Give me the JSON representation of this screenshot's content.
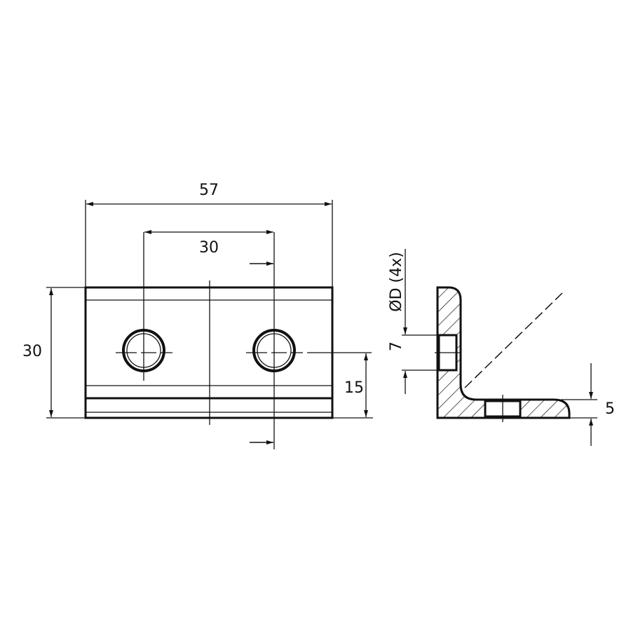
{
  "dimensions": {
    "overall_width": "57",
    "hole_spacing": "30",
    "height": "30",
    "hole_height": "15",
    "hole_diameter": "ØD (4x)",
    "hole_depth": "7",
    "thickness": "5"
  },
  "colors": {
    "line": "#111111",
    "background": "#ffffff"
  }
}
